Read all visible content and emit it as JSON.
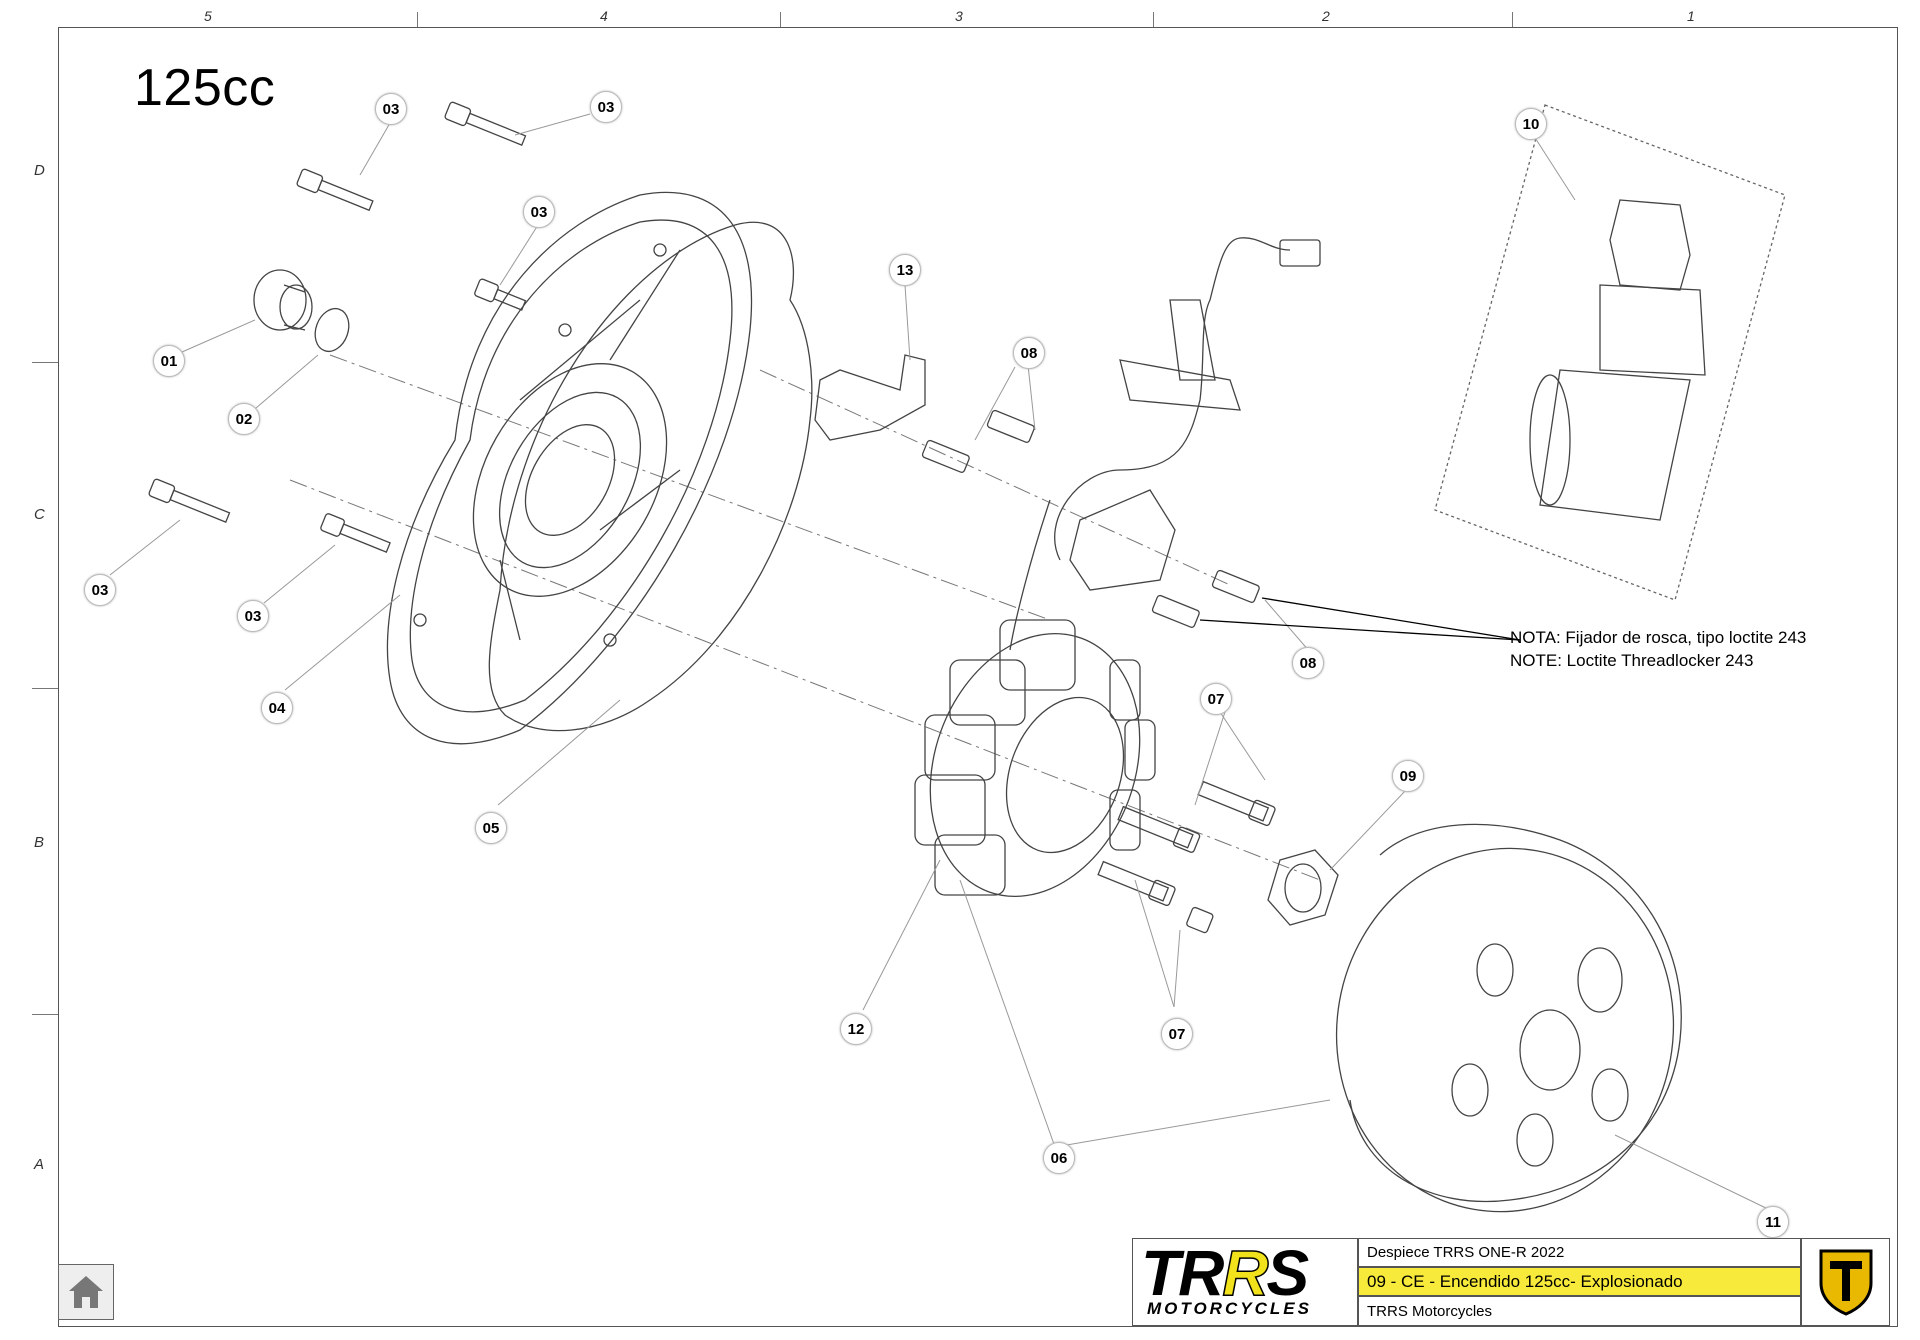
{
  "heading": "125cc",
  "zones_top": [
    "5",
    "4",
    "3",
    "2",
    "1"
  ],
  "zones_left": [
    "D",
    "C",
    "B",
    "A"
  ],
  "callouts": [
    "03",
    "03",
    "03",
    "01",
    "02",
    "03",
    "03",
    "04",
    "05",
    "13",
    "08",
    "08",
    "07",
    "07",
    "09",
    "12",
    "06",
    "11",
    "10"
  ],
  "note": {
    "line1": "NOTA:  Fijador de rosca, tipo loctite 243",
    "line2": "NOTE: Loctite Threadlocker 243"
  },
  "title_block": {
    "brand": "TRRS",
    "brand_sub": "MOTORCYCLES",
    "row1": "Despiece TRRS ONE-R  2022",
    "row2": "09 - CE - Encendido 125cc- Explosionado",
    "row3": "TRRS Motorcycles"
  },
  "colors": {
    "accent_yellow": "#f7ea3a",
    "logo_gold": "#e9b800",
    "line": "#555555"
  },
  "icons": {
    "home": "home-icon",
    "badge": "trrs-shield-icon"
  }
}
